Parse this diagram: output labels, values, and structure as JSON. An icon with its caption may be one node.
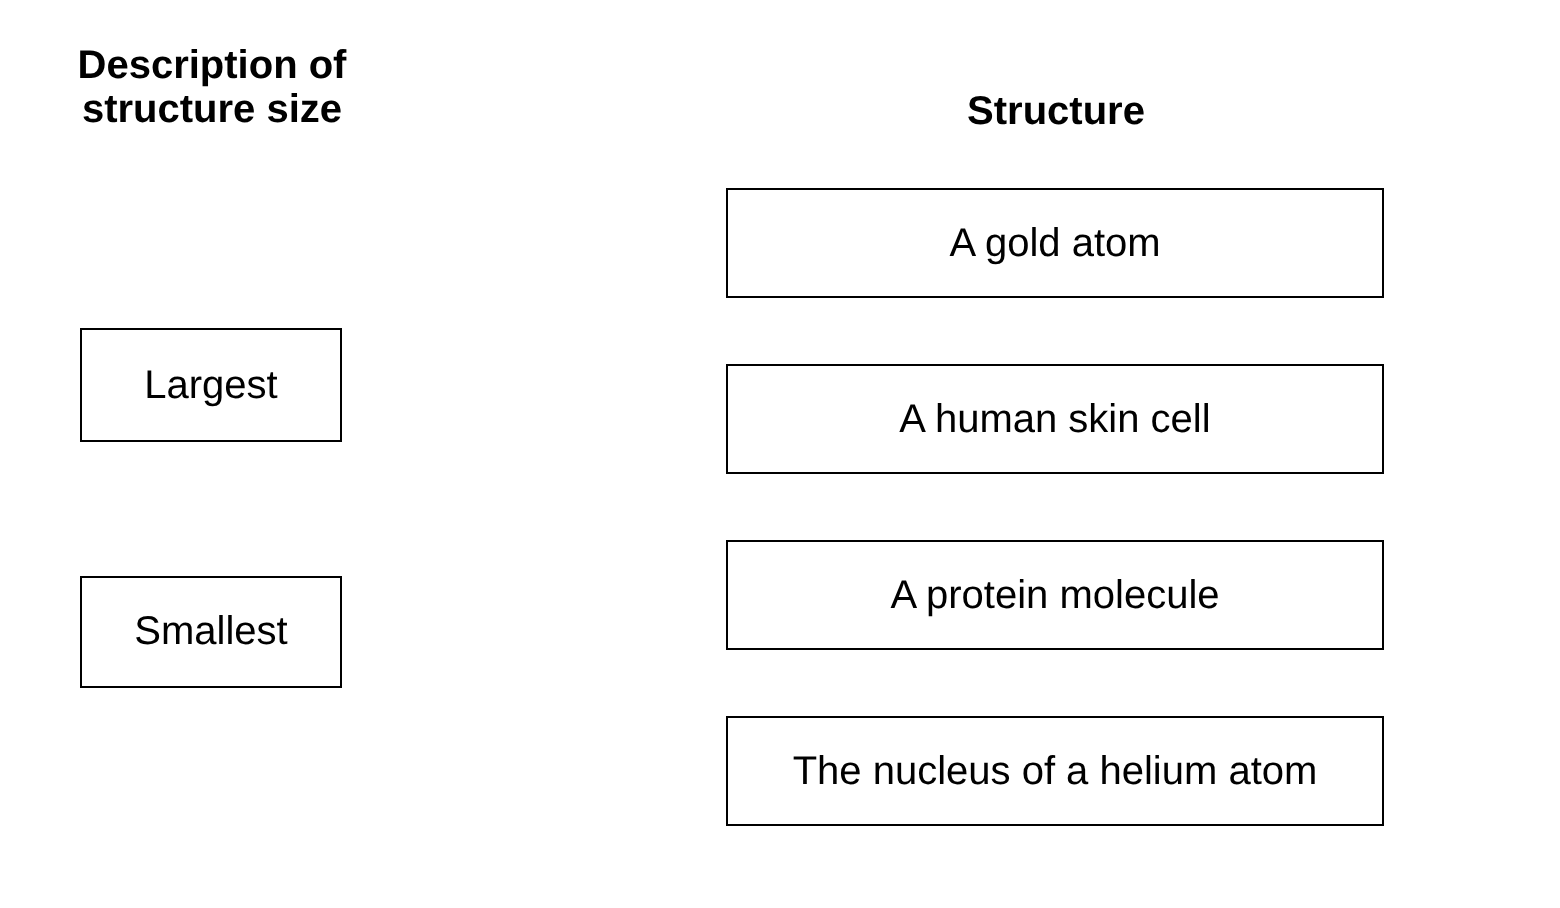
{
  "diagram": {
    "nodes": [
      {
        "text": [
          "Largest"
        ]
      },
      {
        "text": [
          "Smallest"
        ]
      },
      {
        "text": [
          "A gold atom"
        ]
      },
      {
        "text": [
          "A human skin cell"
        ]
      },
      {
        "text": [
          "A protein molecule"
        ]
      },
      {
        "text": [
          "The nucleus of a helium atom"
        ]
      }
    ],
    "labels": [
      "Description of structure size",
      "Structure"
    ]
  }
}
